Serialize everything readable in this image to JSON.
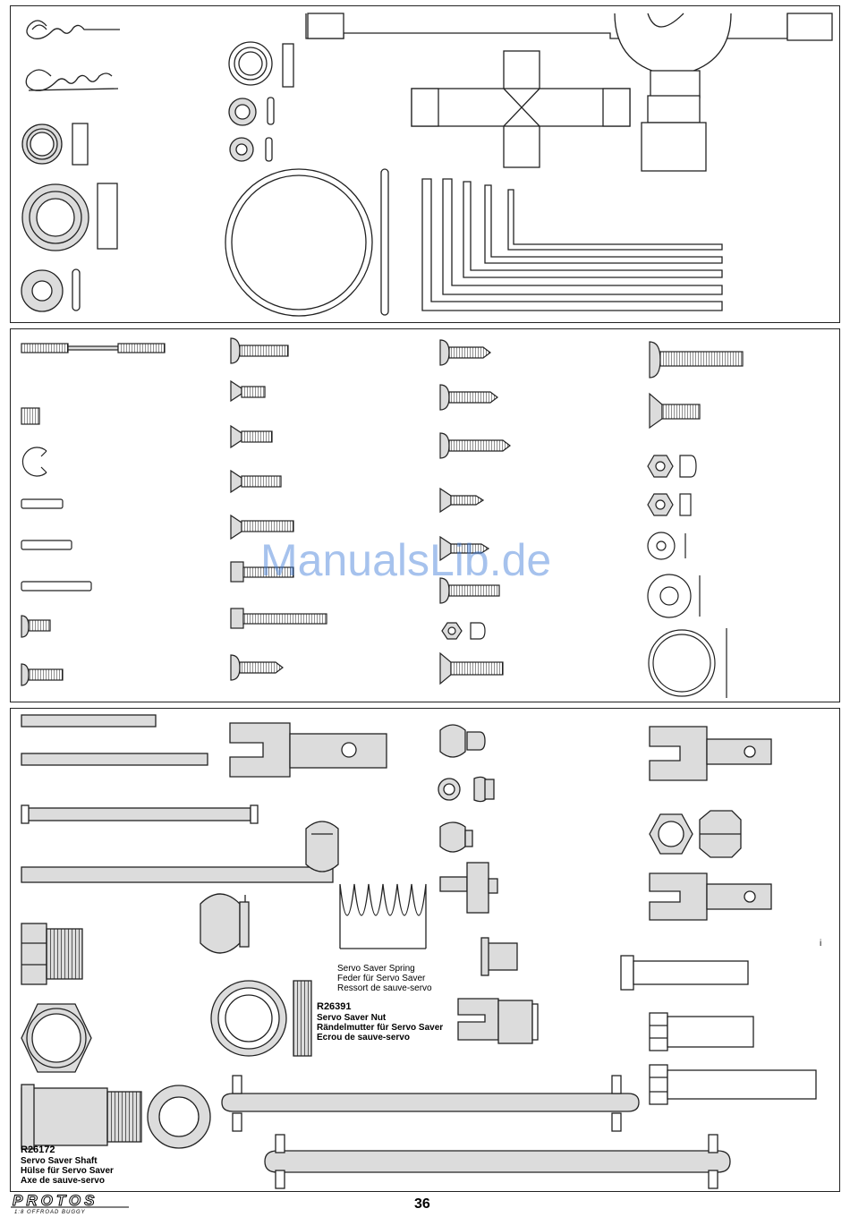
{
  "watermark": "ManualsLib.de",
  "page_number": "36",
  "footer": {
    "logo_text": "PROTOS",
    "logo_sub": "1:8 OFFROAD BUGGY"
  },
  "parts": {
    "servo_saver_spring": {
      "en": "Servo Saver Spring",
      "de": "Feder für Servo Saver",
      "fr": "Ressort de sauve-servo"
    },
    "servo_saver_nut": {
      "code": "R26391",
      "en": "Servo Saver Nut",
      "de": "Rändelmutter für Servo Saver",
      "fr": "Ecrou de sauve-servo"
    },
    "servo_saver_shaft": {
      "code": "R26172",
      "en": "Servo Saver Shaft",
      "de": "Hülse für Servo Saver",
      "fr": "Axe de sauve-servo"
    },
    "marker_i": "i"
  },
  "colors": {
    "part_fill": "#dcdcdc",
    "line": "#222222",
    "watermark": "#3b7ad8"
  }
}
